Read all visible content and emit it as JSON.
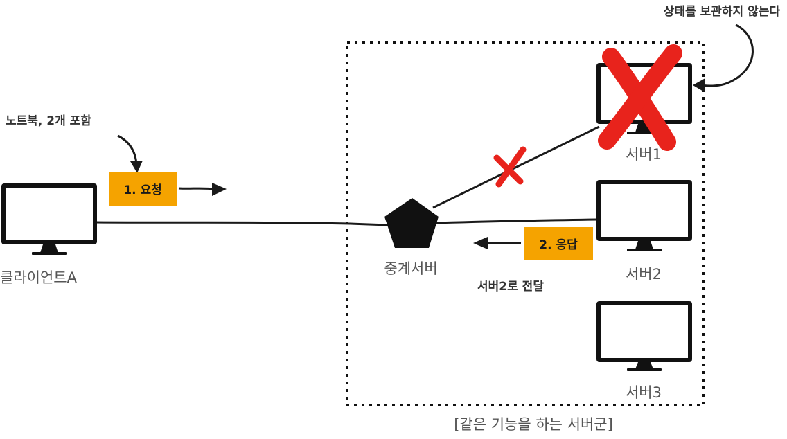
{
  "nodes": {
    "client": "클라이언트A",
    "proxy": "중계서버",
    "server1": "서버1",
    "server2": "서버2",
    "server3": "서버3"
  },
  "annotations": {
    "stateless_note": "상태를 보관하지 않는다",
    "laptop_note": "노트북, 2개 포함",
    "forward_note": "서버2로 전달",
    "group_label": "[같은 기능을 하는 서버군]"
  },
  "tags": {
    "request": "1. 요청",
    "response": "2. 응답"
  },
  "colors": {
    "tag_bg": "#f5a300",
    "cross": "#e8231c",
    "line": "#1a1a1a",
    "label_gray": "#555555"
  },
  "icons": {
    "monitor": "monitor-icon",
    "proxy": "pentagon-icon",
    "failure": "cross-icon"
  }
}
